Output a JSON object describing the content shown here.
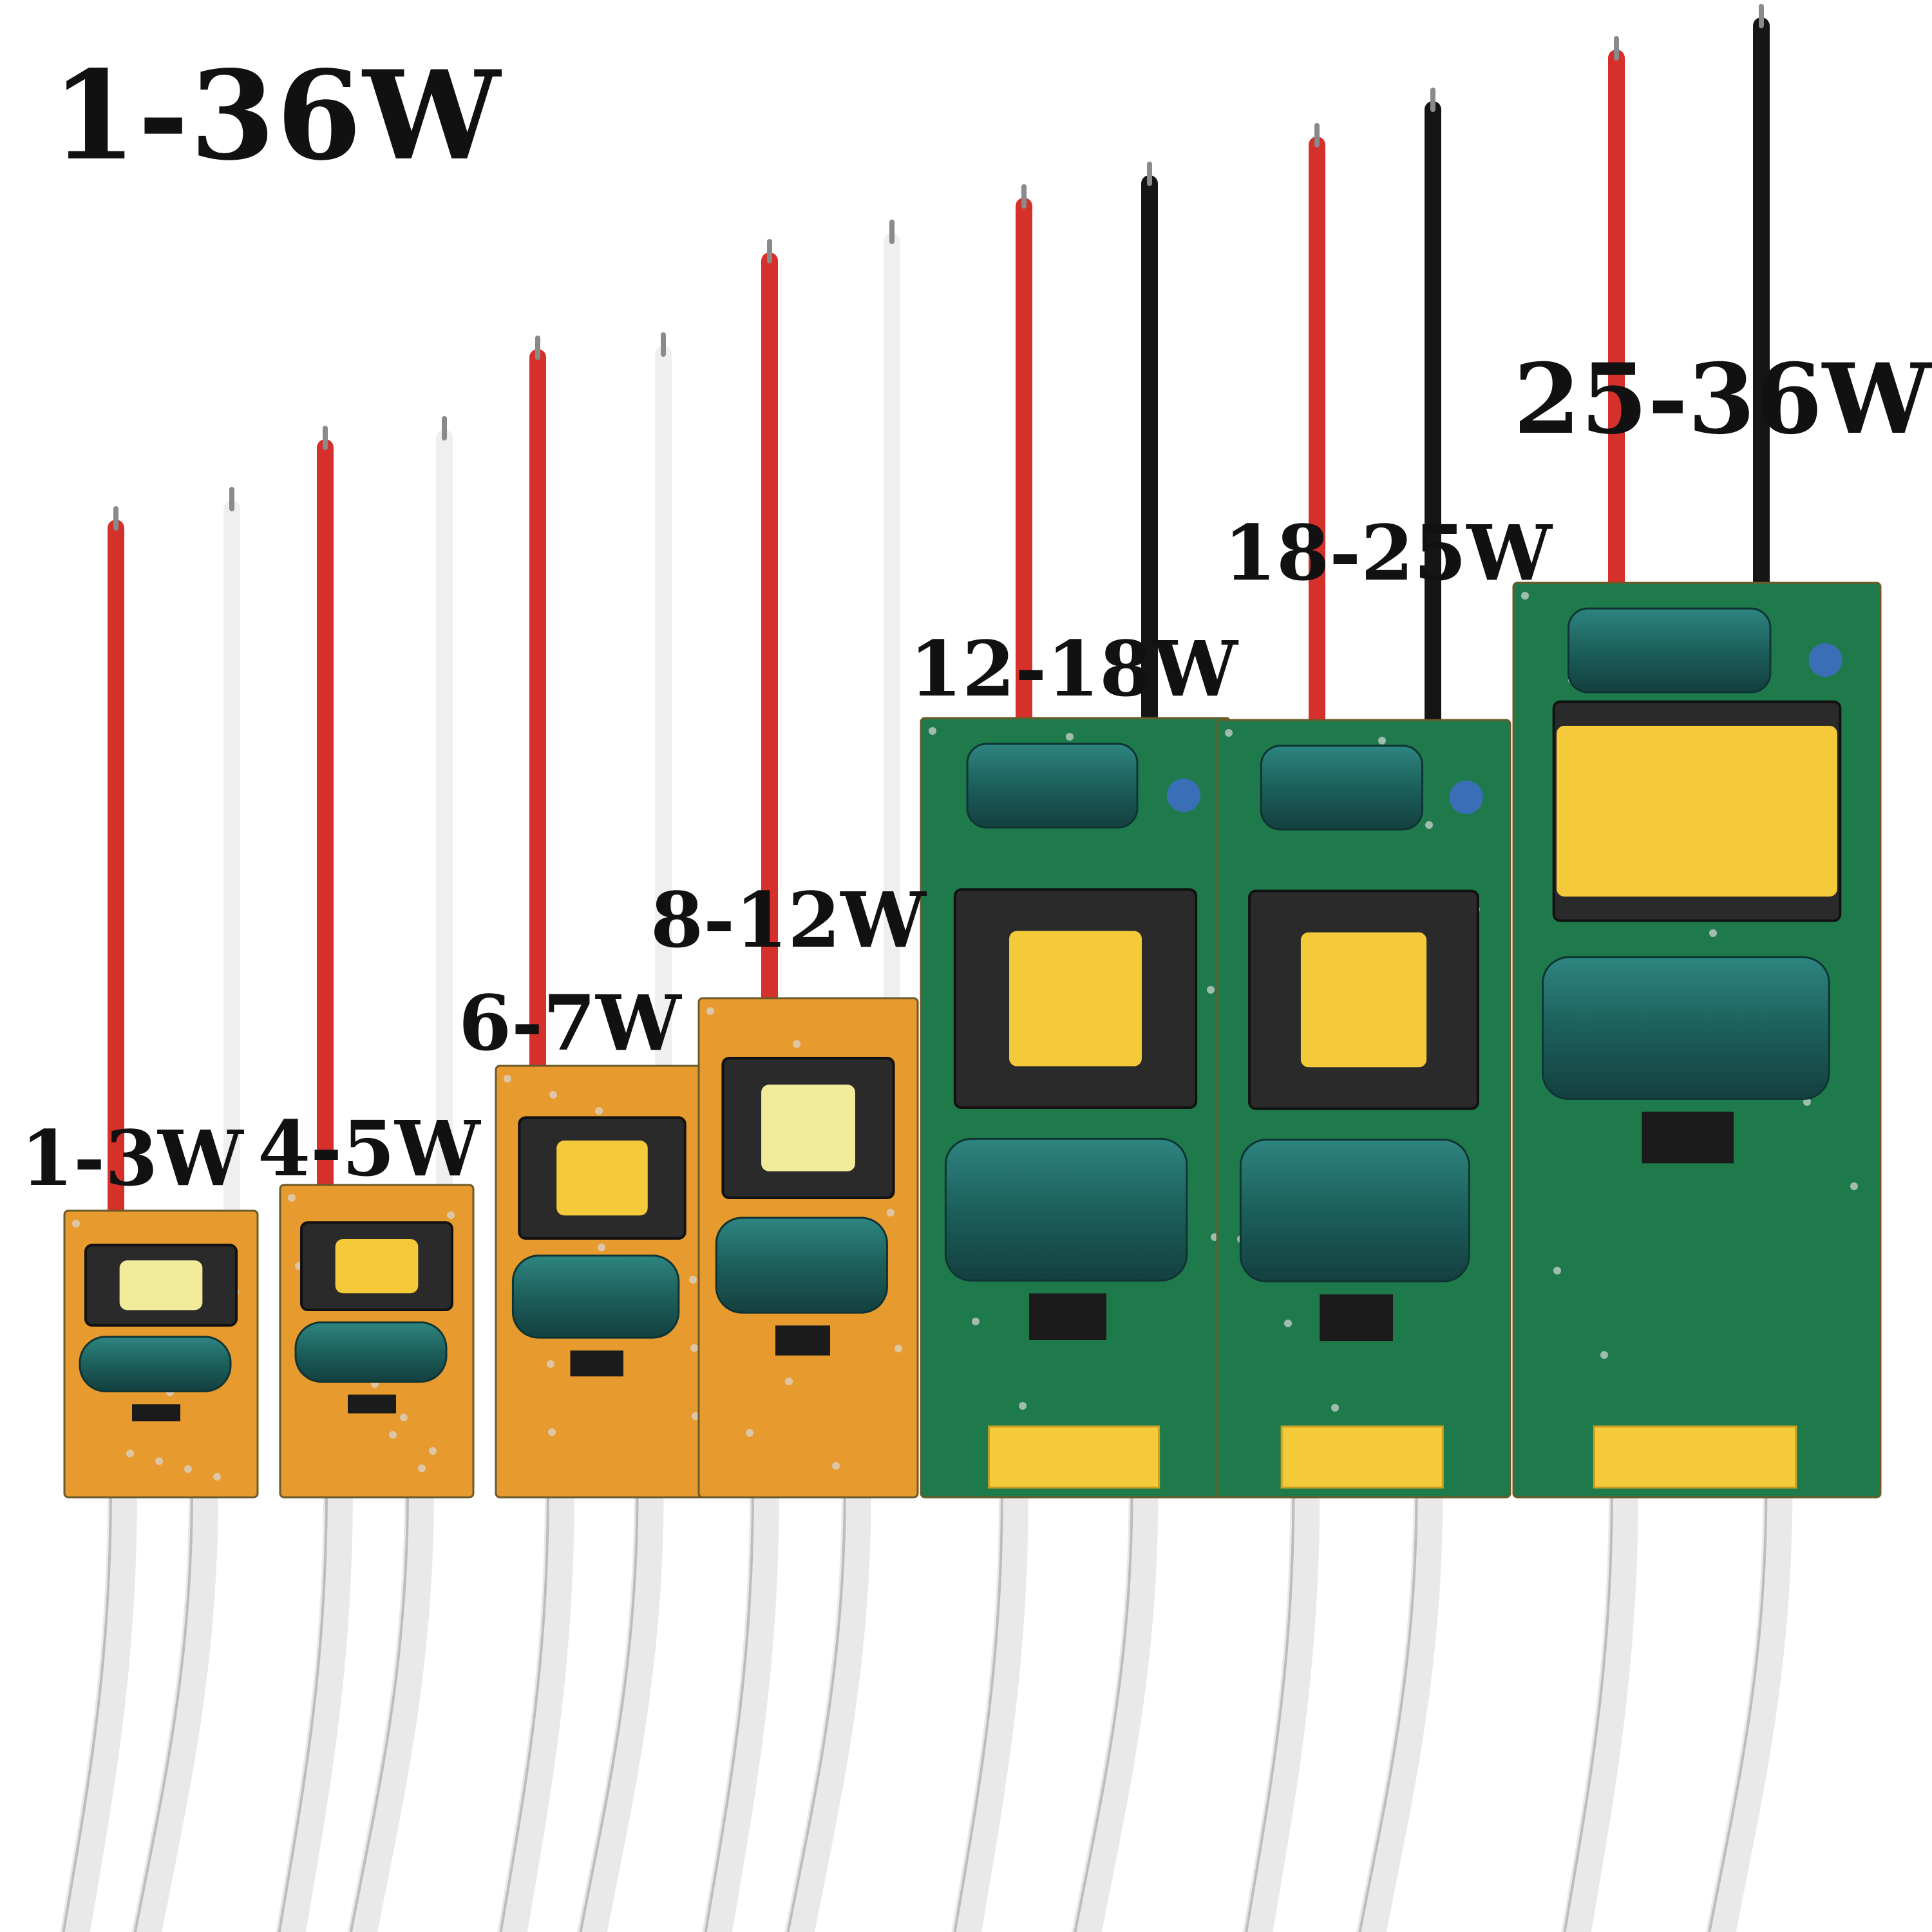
{
  "title": "1-36W",
  "modules": [
    {
      "label": "1-3W",
      "board_color": "#e79a2e",
      "lead_colors": [
        "#d5302a",
        "#efefef"
      ]
    },
    {
      "label": "4-5W",
      "board_color": "#e79a2e",
      "lead_colors": [
        "#d5302a",
        "#efefef"
      ]
    },
    {
      "label": "6-7W",
      "board_color": "#e79a2e",
      "lead_colors": [
        "#d5302a",
        "#efefef"
      ]
    },
    {
      "label": "8-12W",
      "board_color": "#e79a2e",
      "lead_colors": [
        "#d5302a",
        "#efefef"
      ]
    },
    {
      "label": "12-18W",
      "board_color": "#1f7a4b",
      "lead_colors": [
        "#d5302a",
        "#151515"
      ]
    },
    {
      "label": "18-25W",
      "board_color": "#1f7a4b",
      "lead_colors": [
        "#d5302a",
        "#151515"
      ]
    },
    {
      "label": "25-36W",
      "board_color": "#1f7a4b",
      "lead_colors": [
        "#d5302a",
        "#151515"
      ]
    }
  ],
  "colors": {
    "transformer_core": "#f4c93a",
    "capacitor": "#1f6b68",
    "input_wire": "#e9e9e9"
  }
}
